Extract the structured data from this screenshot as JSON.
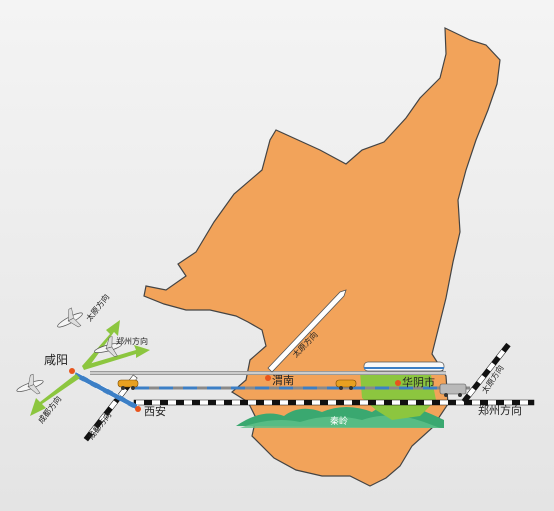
{
  "colors": {
    "background": "#ececec",
    "region_fill": "#f2a35a",
    "region_stroke": "#444444",
    "green_arrow": "#8cc63f",
    "mountain_green": "#3aa870",
    "rail_blue": "#3c7fc6",
    "city_dot": "#e8541c"
  },
  "cities": {
    "xianyang": "咸阳",
    "xian": "西安",
    "weinan": "渭南",
    "huayin": "华阴市"
  },
  "mountain": {
    "label": "秦岭"
  },
  "directions": {
    "taiyuan_left": "太原方向",
    "zhengzhou_left": "郑州方向",
    "chengdu_left": "成都方向",
    "chengdu_rail": "成都方向",
    "taiyuan_mid": "太原方向",
    "taiyuan_right": "太原方向",
    "zhengzhou_right": "郑州方向"
  },
  "icons": {
    "plane": "airplane-icon",
    "car": "car-icon",
    "train": "train-icon",
    "bus": "bus-icon"
  }
}
